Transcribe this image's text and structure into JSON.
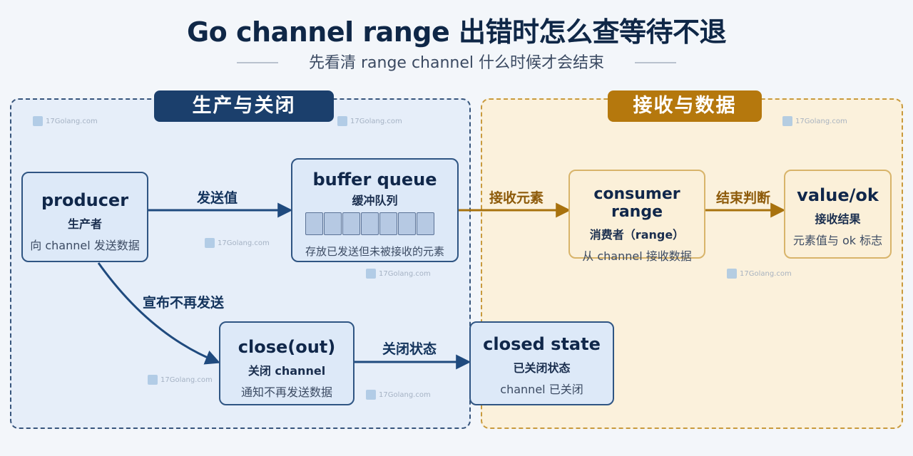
{
  "title": "Go channel range 出错时怎么查等待不退",
  "subtitle": "先看清 range channel 什么时候才会结束",
  "panels": {
    "left_header": "生产与关闭",
    "right_header": "接收与数据"
  },
  "nodes": {
    "producer": {
      "title": "producer",
      "sub": "生产者",
      "desc": "向 channel 发送数据"
    },
    "buffer": {
      "title": "buffer queue",
      "sub": "缓冲队列",
      "desc": "存放已发送但未被接收的元素",
      "slots": 7
    },
    "close": {
      "title": "close(out)",
      "sub": "关闭 channel",
      "desc": "通知不再发送数据"
    },
    "closed": {
      "title": "closed state",
      "sub": "已关闭状态",
      "desc": "channel 已关闭"
    },
    "consumer": {
      "title": "consumer range",
      "sub": "消费者（range）",
      "desc": "从 channel 接收数据"
    },
    "valueok": {
      "title": "value/ok",
      "sub": "接收结果",
      "desc": "元素值与 ok 标志"
    }
  },
  "edges": {
    "send": "发送值",
    "declare": "宣布不再发送",
    "closed_state": "关闭状态",
    "receive": "接收元素",
    "judge": "结束判断"
  },
  "watermark": "17Golang.com",
  "colors": {
    "blue_dark": "#1b3f6c",
    "gold_dark": "#b5780d"
  }
}
